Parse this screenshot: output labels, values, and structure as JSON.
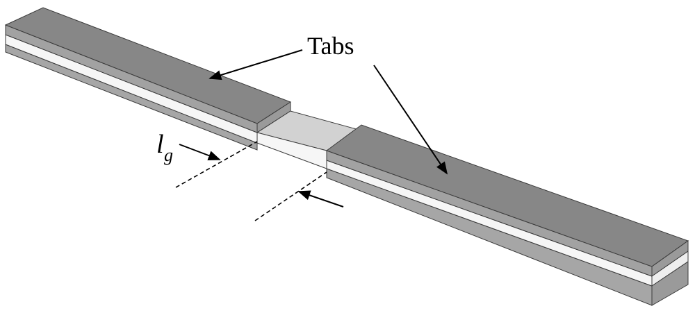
{
  "labels": {
    "tabs": "Tabs",
    "gauge_length_symbol": "l",
    "gauge_length_subscript": "g"
  },
  "colors": {
    "tab_top": "#8a8a8a",
    "tab_side": "#9c9c9c",
    "tab_front": "#a6a6a6",
    "specimen_core": "#f6f6f6",
    "gauge_top": "#d2d2d2",
    "outline": "#3a3a3a"
  }
}
